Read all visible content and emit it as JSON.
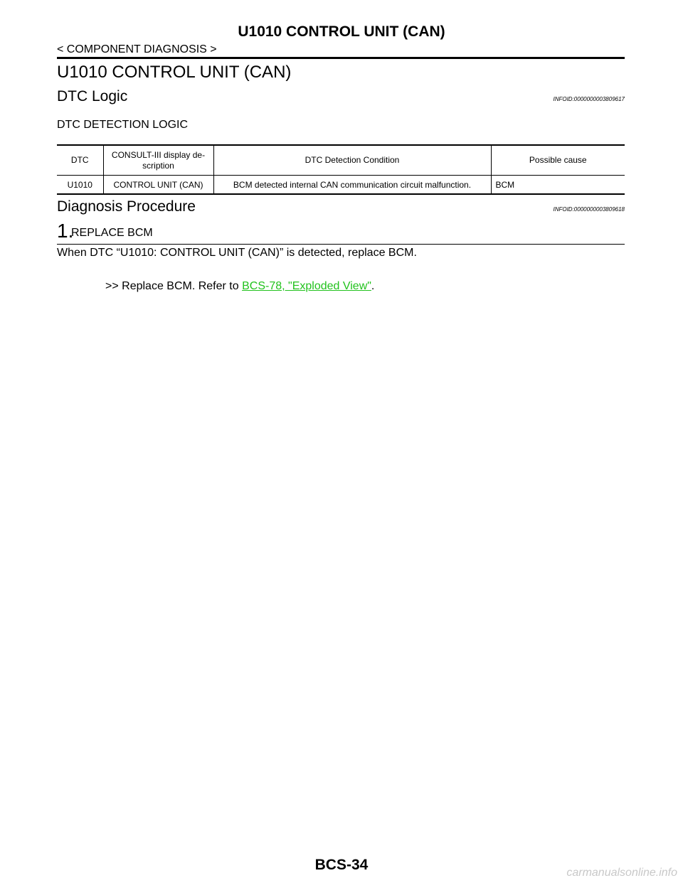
{
  "header": {
    "title": "U1010 CONTROL UNIT (CAN)",
    "section": "< COMPONENT DIAGNOSIS >"
  },
  "main_title": "U1010 CONTROL UNIT (CAN)",
  "dtc_logic": {
    "heading": "DTC Logic",
    "infoid": "INFOID:0000000003809617",
    "subheading": "DTC DETECTION LOGIC"
  },
  "dtc_table": {
    "headers": {
      "dtc": "DTC",
      "consult_line1": "CONSULT-III display de-",
      "consult_line2": "scription",
      "condition": "DTC Detection Condition",
      "cause": "Possible cause"
    },
    "rows": [
      {
        "dtc": "U1010",
        "display": "CONTROL UNIT (CAN)",
        "condition": "BCM detected internal CAN communication circuit malfunction.",
        "cause": "BCM"
      }
    ]
  },
  "diagnosis": {
    "heading": "Diagnosis Procedure",
    "infoid": "INFOID:0000000003809618",
    "step": {
      "number": "1.",
      "title": "REPLACE BCM",
      "body": "When DTC “U1010: CONTROL UNIT (CAN)” is detected, replace BCM.",
      "result_prefix": ">> Replace BCM. Refer to ",
      "link_text": "BCS-78, \"Exploded View\"",
      "result_suffix": "."
    }
  },
  "footer": {
    "page": "BCS-34",
    "watermark": "carmanualsonline.info"
  },
  "colors": {
    "link": "#22c21d",
    "watermark": "#c8c8c8"
  }
}
